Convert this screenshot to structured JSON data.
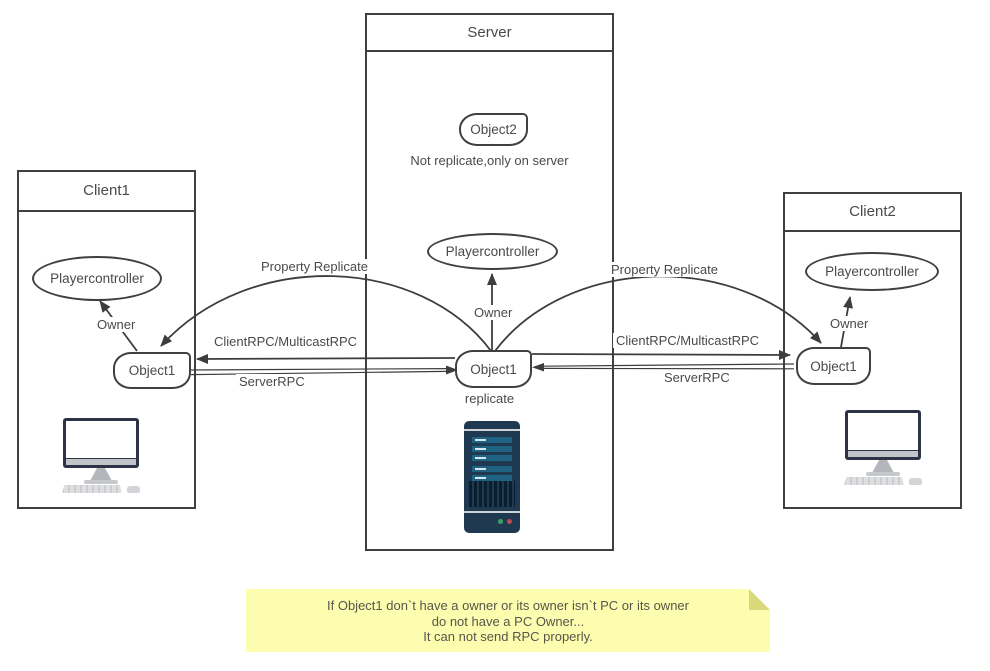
{
  "diagram": {
    "client1": {
      "title": "Client1",
      "playercontroller": "Playercontroller",
      "object1": "Object1",
      "owner": "Owner"
    },
    "server": {
      "title": "Server",
      "object2": "Object2",
      "object2_caption": "Not replicate,only on server",
      "playercontroller": "Playercontroller",
      "owner": "Owner",
      "object1": "Object1",
      "object1_caption": "replicate"
    },
    "client2": {
      "title": "Client2",
      "playercontroller": "Playercontroller",
      "object1": "Object1",
      "owner": "Owner"
    },
    "edges": {
      "property_replicate_left": "Property Replicate",
      "property_replicate_right": "Property Replicate",
      "client_rpc_left": "ClientRPC/MulticastRPC",
      "client_rpc_right": "ClientRPC/MulticastRPC",
      "server_rpc_left": "ServerRPC",
      "server_rpc_right": "ServerRPC"
    },
    "note": {
      "line1": "If Object1 don`t have a owner or its owner isn`t PC or its owner",
      "line2": "do not have a PC Owner...",
      "line3": "It can not send RPC properly."
    },
    "colors": {
      "edge": "#3d3d3d",
      "note_bg": "#fdfdb0",
      "note_fold": "#d9d97b",
      "server_icon_body": "#1e3950",
      "server_icon_bar": "#1f6282",
      "monitor_frame": "#2d3345",
      "led_green": "#3da163",
      "led_red": "#c14a56"
    }
  }
}
